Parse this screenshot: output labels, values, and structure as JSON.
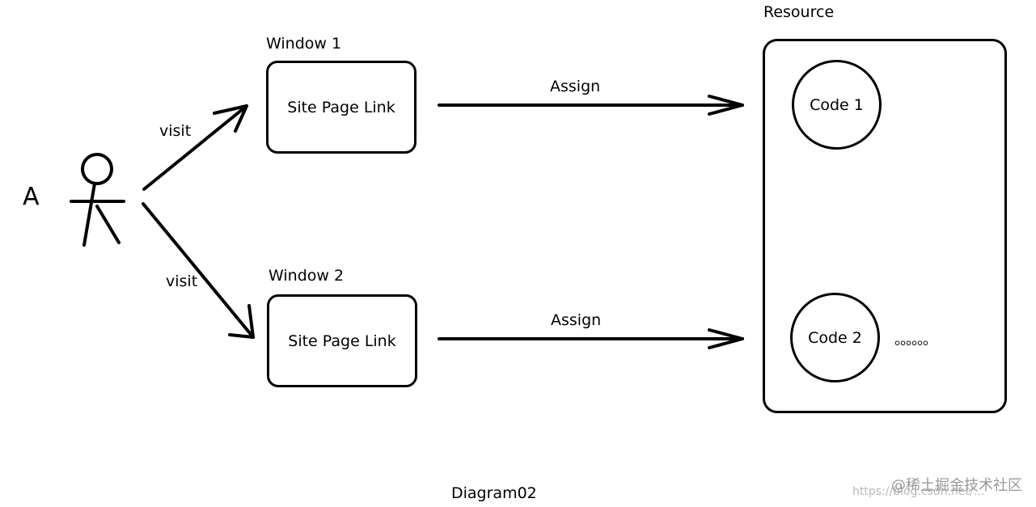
{
  "actor": {
    "label": "A"
  },
  "edges": {
    "visit_top": "visit",
    "visit_bottom": "visit",
    "assign_top": "Assign",
    "assign_bottom": "Assign"
  },
  "windows": [
    {
      "title": "Window 1",
      "content": "Site Page Link"
    },
    {
      "title": "Window 2",
      "content": "Site Page Link"
    }
  ],
  "resource": {
    "title": "Resource",
    "codes": [
      "Code 1",
      "Code 2"
    ],
    "ellipsis": "。。。。。。"
  },
  "caption": "Diagram02",
  "watermark": {
    "url": "https://blog.csdn.net/...",
    "brand": "@稀土掘金技术社区"
  },
  "colors": {
    "stroke": "#000000",
    "background": "#ffffff",
    "watermark": "#b8b8b8"
  }
}
